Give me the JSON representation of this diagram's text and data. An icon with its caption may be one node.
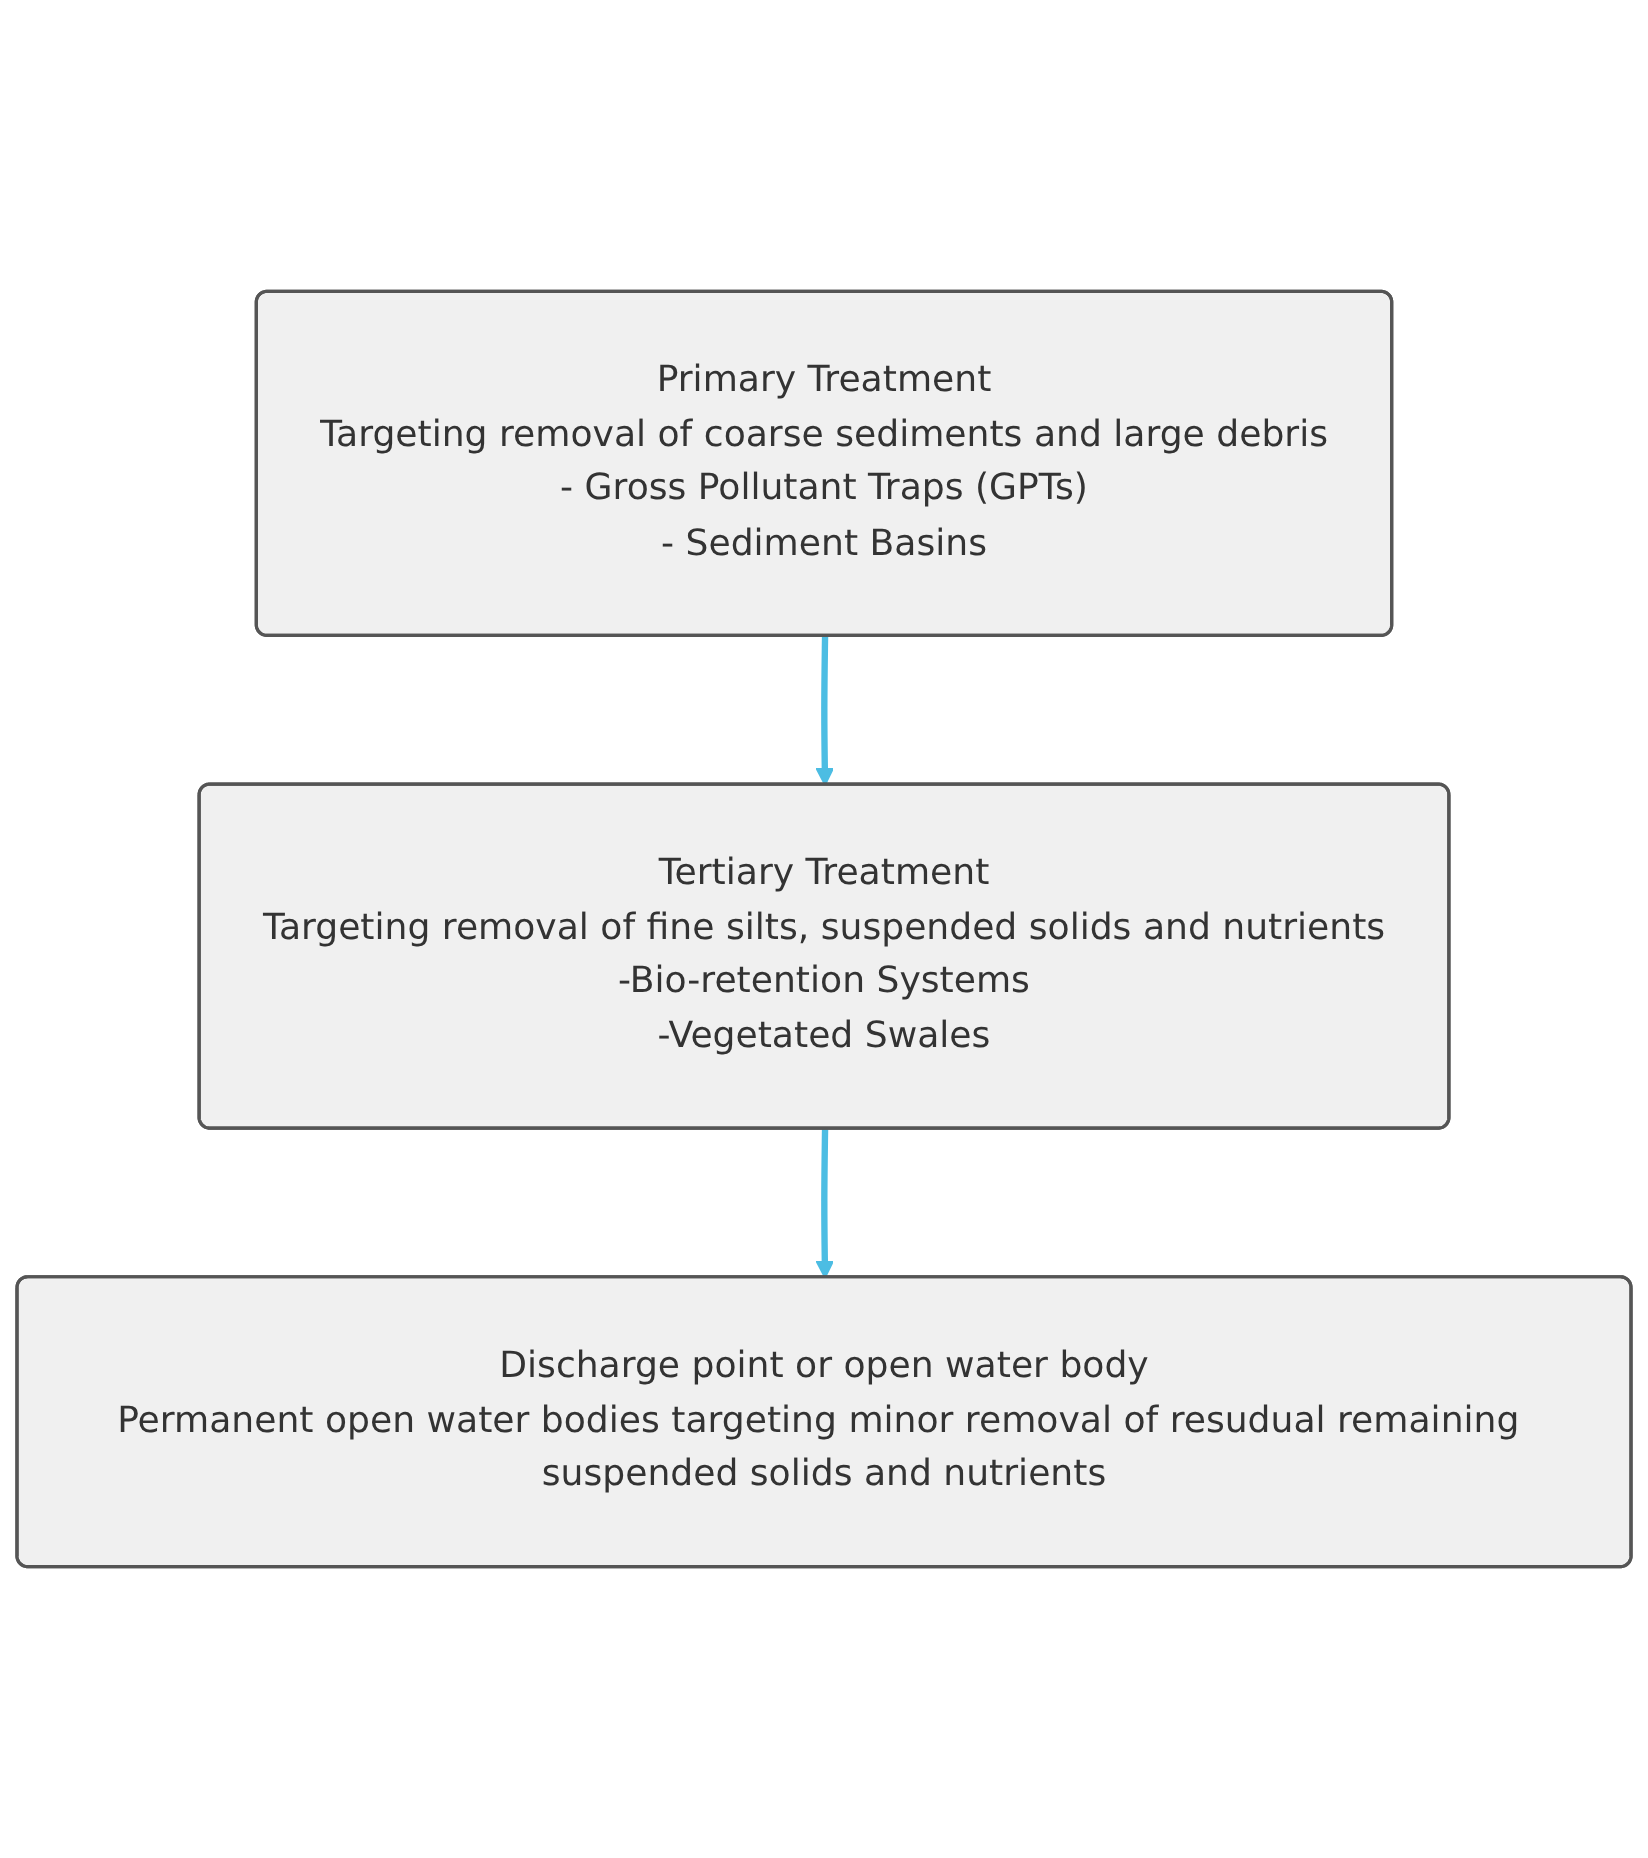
{
  "diagram": {
    "nodes": [
      {
        "text": [
          "Primary Treatment",
          "Targeting removal of coarse sediments and large debris",
          "- Gross Pollutant Traps (GPTs)",
          "- Sediment Basins"
        ]
      },
      {
        "text": [
          "Tertiary Treatment",
          "Targeting removal of fine silts, suspended solids and nutrients",
          "-Bio-retention Systems",
          "-Vegetated Swales"
        ]
      },
      {
        "text": [
          "Discharge point or open water body",
          "Permanent open water bodies targeting minor removal of resudual remaining suspended solids and nutrients"
        ]
      }
    ],
    "edges": [
      {
        "from": 0,
        "to": 1,
        "arrow": "to"
      },
      {
        "from": 1,
        "to": 2,
        "arrow": "to"
      }
    ]
  }
}
